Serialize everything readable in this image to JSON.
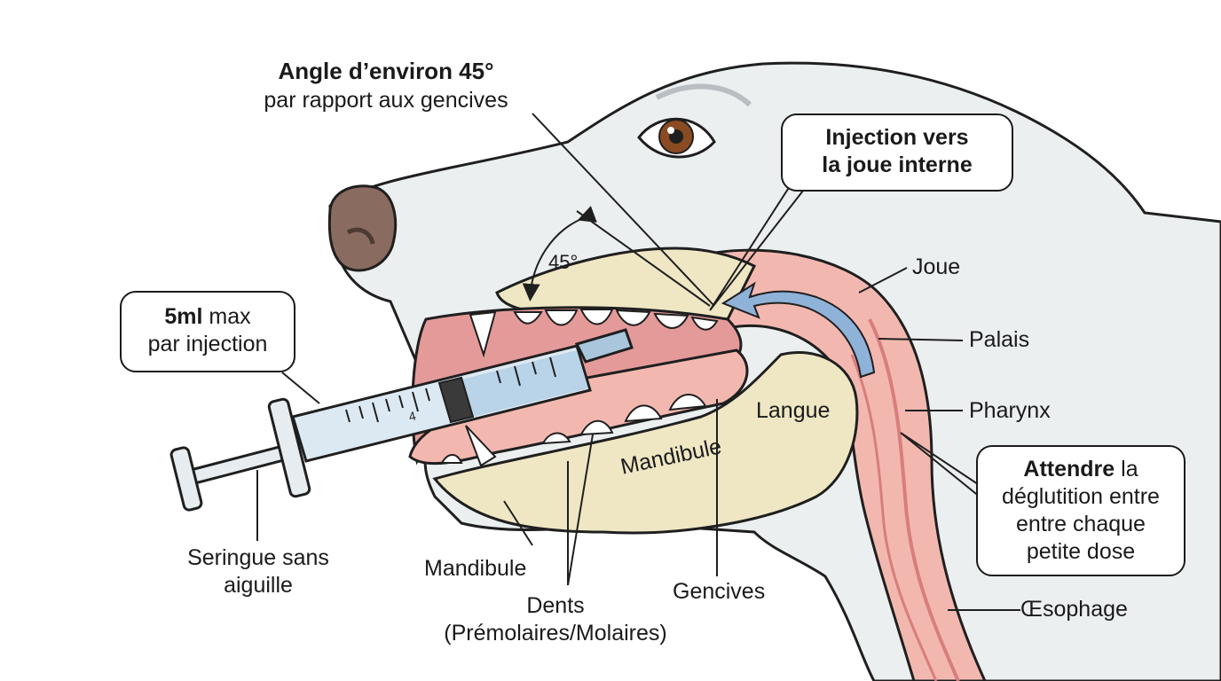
{
  "angle_note": {
    "title": "Angle d’environ 45°",
    "subtitle": "par rapport aux gencives",
    "angle_mark": "45°"
  },
  "callouts": {
    "injection_direction": {
      "line1": "Injection vers",
      "line2": "la joue interne"
    },
    "max_dose": {
      "bold": "5ml",
      "rest": " max",
      "line2": "par injection"
    },
    "swallow": {
      "bold": "Attendre",
      "rest": " la",
      "line2": "déglutition entre",
      "line3": "entre chaque",
      "line4": "petite dose"
    }
  },
  "labels": {
    "cheek": "Joue",
    "palate": "Palais",
    "pharynx": "Pharynx",
    "tongue": "Langue",
    "mandible_inner": "Mandibule",
    "mandible": "Mandibule",
    "syringe_line1": "Seringue sans",
    "syringe_line2": "aiguille",
    "teeth_line1": "Dents",
    "teeth_line2": "(Prémolaires/Molaires)",
    "gums": "Gencives",
    "esophagus": "Œsophage",
    "syringe_mark": "4"
  },
  "colors": {
    "fur": "#eceff0",
    "outline": "#1f1f1f",
    "nose": "#8a6b60",
    "bone": "#efe7c4",
    "gum": "#e59a9a",
    "tissue": "#f2b8b0",
    "tooth": "#ffffff",
    "eye": "#8a4b22",
    "arrow": "#8fb2d8",
    "syringe_barrel": "#dde9f2"
  }
}
